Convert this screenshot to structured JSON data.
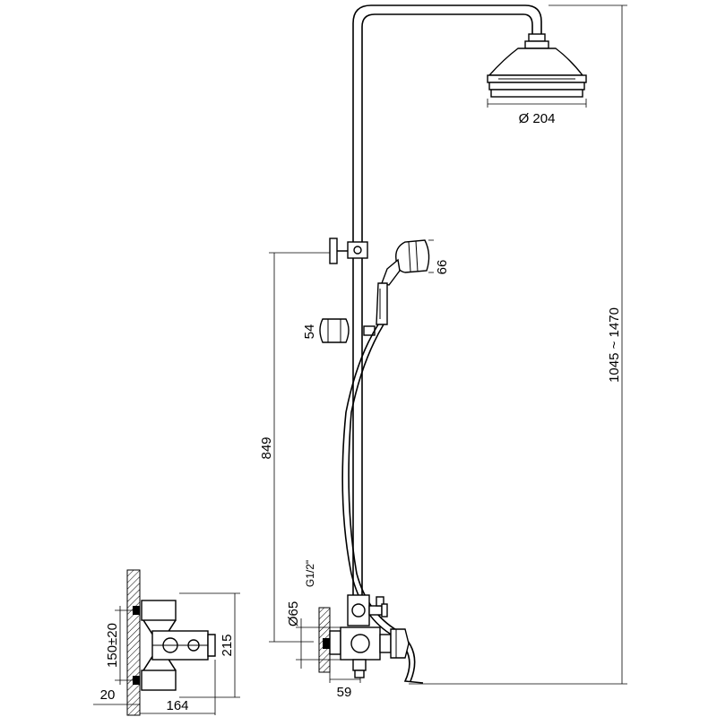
{
  "colors": {
    "line": "#000000",
    "background": "#ffffff"
  },
  "dimensions": {
    "head_diameter": "Ø 204",
    "total_height": "1045 ~ 1470",
    "hand_shower": "66",
    "holder": "54",
    "slide_height": "849",
    "thread": "G1/2\"",
    "mixer_diameter": "Ø65",
    "mixer_depth": "59",
    "side_height": "215",
    "centers": "150±20",
    "wall_offset": "20",
    "side_width": "164"
  }
}
